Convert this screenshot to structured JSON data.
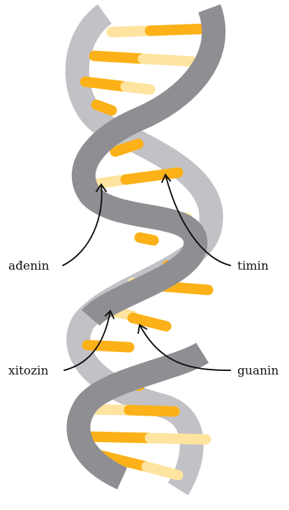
{
  "labels": {
    "adenine": "ađenin",
    "thymine": "timin",
    "cytosine": "xitozin",
    "guanine": "guanin"
  },
  "colors": {
    "strand_light": "#c2c2c6",
    "strand_dark": "#8f8f93",
    "base_orange": "#fbb117",
    "base_pale": "#ffe4a0",
    "arrow": "#111111"
  }
}
